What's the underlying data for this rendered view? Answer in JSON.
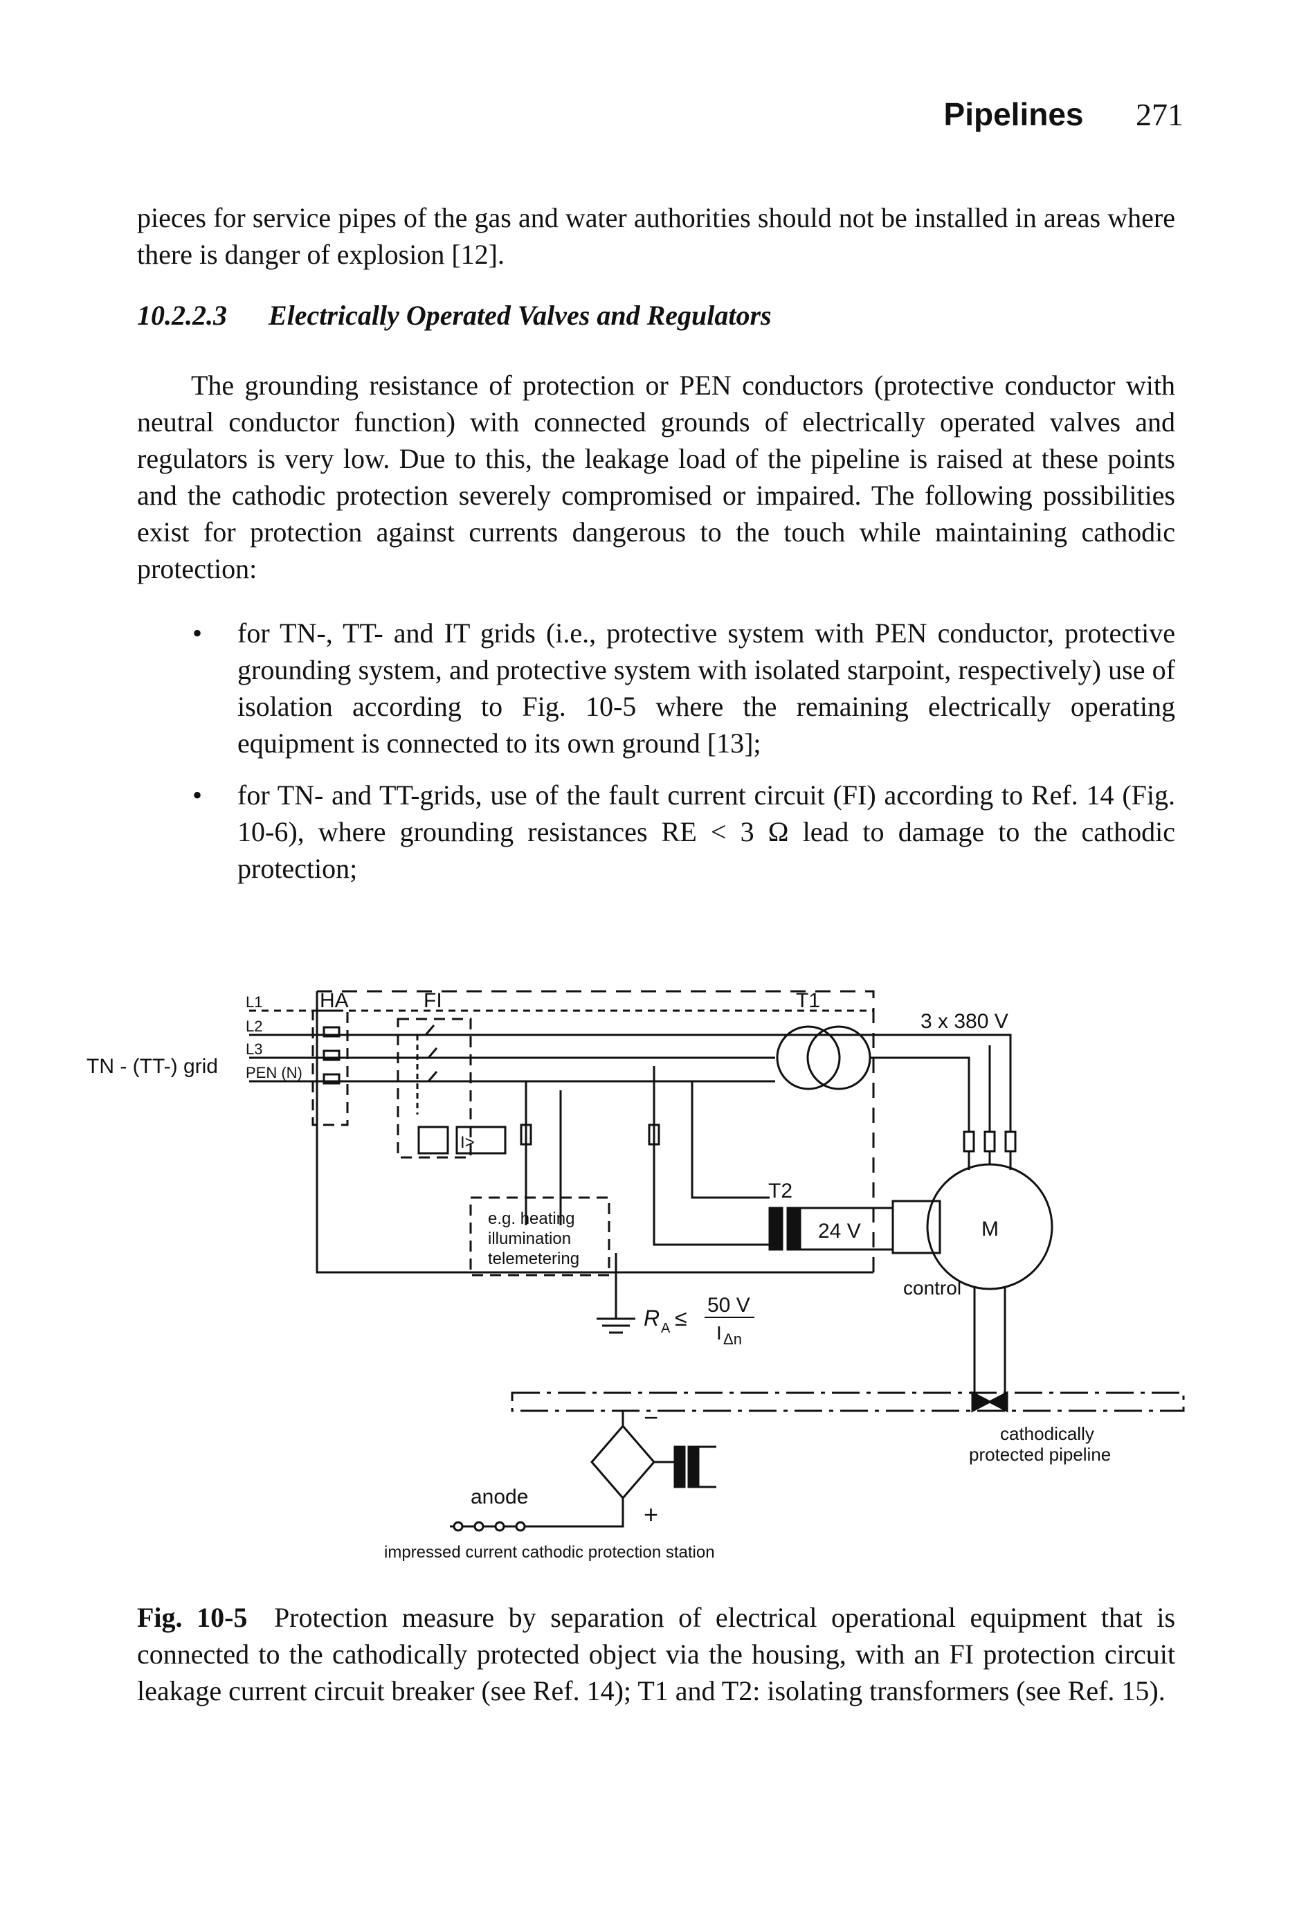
{
  "header": {
    "section": "Pipelines",
    "page": "271"
  },
  "para1": "pieces for service pipes of the gas and water authorities should not be installed in areas where there is danger of explosion [12].",
  "section": {
    "number": "10.2.2.3",
    "title": "Electrically Operated Valves and Regulators"
  },
  "para2": "The grounding resistance of protection or PEN conductors (protective conductor with neutral conductor function) with connected grounds of electrically operated valves and regulators is very low. Due to this, the leakage load of the pipeline is raised at these points and the cathodic protection severely compromised or impaired. The following possibilities exist for protection against currents dangerous to the touch while maintaining cathodic protection:",
  "bullets": [
    "for TN-, TT- and IT grids (i.e., protective system with PEN conductor, protective grounding system, and protective system with isolated starpoint, respectively) use of isolation according to Fig. 10-5 where the remaining electrically operating equipment is connected to its own ground [13];",
    "for TN- and TT-grids, use of the fault current circuit (FI) according to Ref. 14 (Fig. 10-6), where grounding resistances RE < 3 Ω lead to damage to the cathodic protection;"
  ],
  "figure": {
    "labels": {
      "grid": "TN - (TT-) grid",
      "l1": "L1",
      "l2": "L2",
      "l3": "L3",
      "pen": "PEN (N)",
      "ha": "HA",
      "fi": "FI",
      "t1": "T1",
      "t2": "T2",
      "voltage": "3 x 380 V",
      "v24": "24 V",
      "motor": "M",
      "control": "control",
      "equip1": "e.g. heating",
      "equip2": "illumination",
      "equip3": "telemetering",
      "ra": "R",
      "ra_sub": "A",
      "le": "≤",
      "v50": "50 V",
      "idn": "I",
      "idn_sub": "Δn",
      "minus": "−",
      "plus": "+",
      "anode": "anode",
      "station": "impressed current cathodic protection station",
      "pipe1": "cathodically",
      "pipe2": "protected pipeline",
      "comp": "I>"
    }
  },
  "caption": {
    "label": "Fig. 10-5",
    "text": "Protection measure by separation of electrical operational equipment that is connected to the cathodically protected object via the housing, with an FI protection circuit leakage current circuit breaker (see Ref. 14); T1 and T2: isolating transformers (see Ref. 15)."
  }
}
